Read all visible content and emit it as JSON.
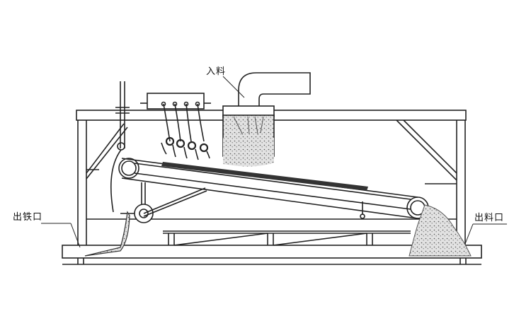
{
  "labels": {
    "feed_inlet": "入料",
    "iron_outlet": "出铁口",
    "material_outlet": "出料口"
  },
  "colors": {
    "line": "#222222",
    "material_fill": "#d8d8d8",
    "background": "#ffffff"
  }
}
